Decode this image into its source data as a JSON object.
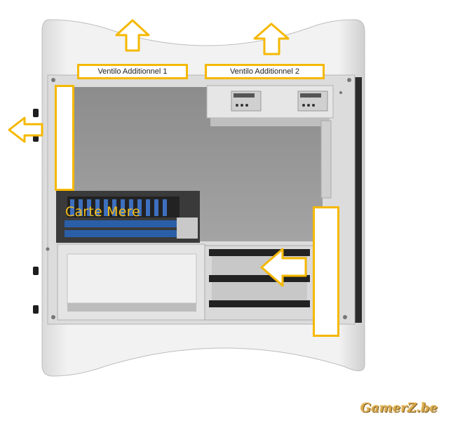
{
  "labels": {
    "fan1": "Ventilo Additionnel 1",
    "fan2": "Ventilo Additionnel 2",
    "motherboard": "Carte Mere"
  },
  "watermark": "GamerZ.be",
  "colors": {
    "annotation": "#f5b800",
    "case": "#eaeaea",
    "interior": "#9a9a9a"
  },
  "icons": [
    "arrow-up-icon",
    "arrow-up-icon",
    "arrow-left-icon",
    "arrow-left-icon"
  ]
}
